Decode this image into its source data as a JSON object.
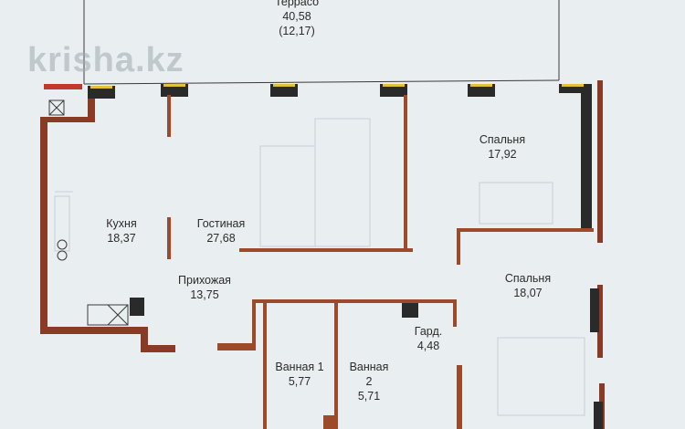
{
  "watermark": "krisha.kz",
  "rooms": {
    "terrace": {
      "name": "Террасо",
      "area": "40,58",
      "sub": "(12,17)"
    },
    "bedroom1": {
      "name": "Спальня",
      "area": "17,92"
    },
    "kitchen": {
      "name": "Кухня",
      "area": "18,37"
    },
    "living": {
      "name": "Гостиная",
      "area": "27,68"
    },
    "hall": {
      "name": "Прихожая",
      "area": "13,75"
    },
    "bedroom2": {
      "name": "Спальня",
      "area": "18,07"
    },
    "wardrobe": {
      "name": "Гард.",
      "area": "4,48"
    },
    "bath1": {
      "name": "Ванная 1",
      "area": "5,77"
    },
    "bath2": {
      "name": "Ванная",
      "num": "2",
      "area": "5,71"
    }
  },
  "colors": {
    "wall_outer": "#8a3b26",
    "wall_dark": "#2a2a2a",
    "partition": "#9c4a2a",
    "thin_line": "#3a3a3a",
    "background": "#e9eef0",
    "window_yellow": "#e3c23a"
  }
}
